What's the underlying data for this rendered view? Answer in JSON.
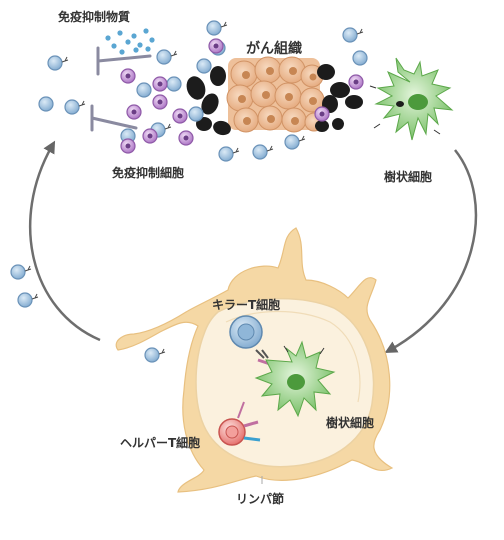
{
  "labels": {
    "immunosuppressive_substance": "免疫抑制物質",
    "cancer_tissue": "がん組織",
    "immunosuppressive_cell": "免疫抑制細胞",
    "dendritic_cell_top": "樹状細胞",
    "killer_t_cell": "キラーT細胞",
    "dendritic_cell_node": "樹状細胞",
    "helper_t_cell": "ヘルパーT細胞",
    "lymph_node": "リンパ節"
  },
  "colors": {
    "lymph_node": "#f6d9a6",
    "lymph_node_inner": "#fbf1de",
    "tumor_cell": "#e8b48b",
    "tumor_nucleus": "#c98a5c",
    "dendritic": "#8ccc7a",
    "t_cell": "#9ec3e0",
    "suppressor": "#c99ad6",
    "helper": "#f08a86",
    "black_cell": "#1a1a1a",
    "arrow": "#777777",
    "dots": "#5aa6d2"
  }
}
